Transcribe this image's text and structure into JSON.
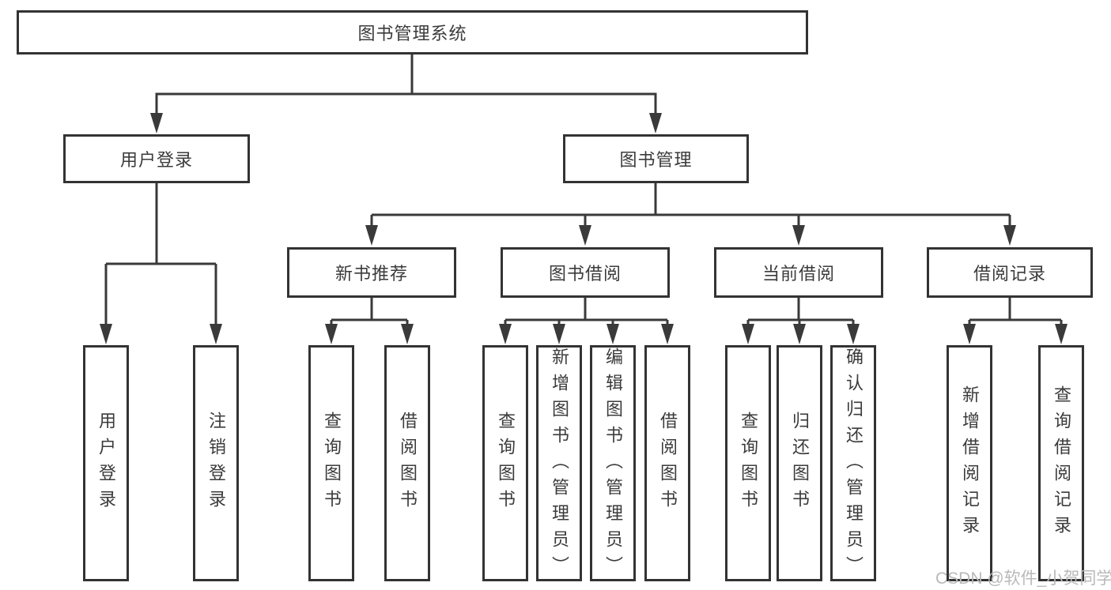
{
  "diagram": {
    "root_label": "图书管理系统",
    "branches": {
      "user_login": {
        "label": "用户登录",
        "children": [
          "用户登录",
          "注销登录"
        ]
      },
      "book_management": {
        "label": "图书管理",
        "sections": {
          "new_book_recommend": {
            "label": "新书推荐",
            "children": [
              "查询图书",
              "借阅图书"
            ]
          },
          "book_borrow": {
            "label": "图书借阅",
            "children": [
              "查询图书",
              "新增图书（管理员）",
              "编辑图书（管理员）",
              "借阅图书"
            ]
          },
          "current_borrow": {
            "label": "当前借阅",
            "children": [
              "查询图书",
              "归还图书",
              "确认归还（管理员）"
            ]
          },
          "borrow_record": {
            "label": "借阅记录",
            "children": [
              "新增借阅记录",
              "查询借阅记录"
            ]
          }
        }
      }
    }
  },
  "watermark": {
    "text": "CSDN @软件_小贺同学"
  },
  "colors": {
    "line": "#3a3a3a",
    "box_border": "#333333",
    "text": "#3b3b3b",
    "watermark": "#b9b9b9",
    "background": "#ffffff"
  }
}
